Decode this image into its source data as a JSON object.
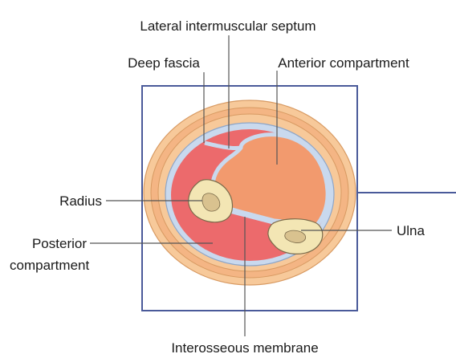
{
  "labels": {
    "lateral_intermuscular_septum": "Lateral intermuscular septum",
    "deep_fascia": "Deep fascia",
    "anterior_compartment": "Anterior compartment",
    "radius": "Radius",
    "posterior_compartment_line1": "Posterior",
    "posterior_compartment_line2": "compartment",
    "ulna": "Ulna",
    "interosseous_membrane": "Interosseous membrane"
  },
  "colors": {
    "frame": "#4a5a9a",
    "skin_outer": "#f7c99a",
    "skin_ring": "#f4b584",
    "fascia": "#c9d9ee",
    "anterior": "#f29a6e",
    "posterior": "#ec6a6c",
    "bone": "#f3e6b4",
    "marrow": "#d9c28f"
  }
}
